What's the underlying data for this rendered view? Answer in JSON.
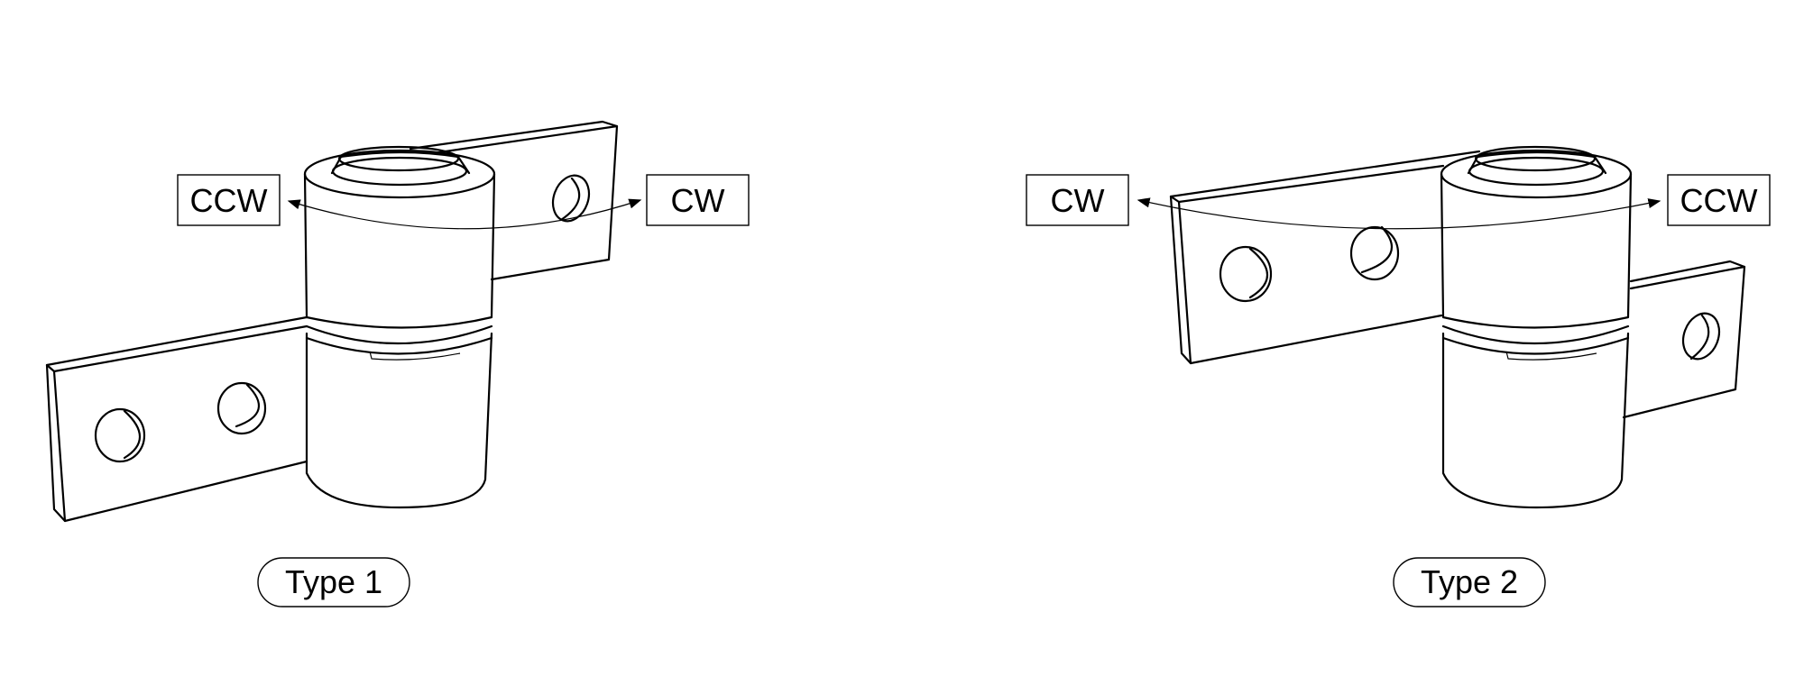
{
  "type1": {
    "caption": "Type 1",
    "left_direction": "CCW",
    "right_direction": "CW"
  },
  "type2": {
    "caption": "Type 2",
    "left_direction": "CW",
    "right_direction": "CCW"
  }
}
